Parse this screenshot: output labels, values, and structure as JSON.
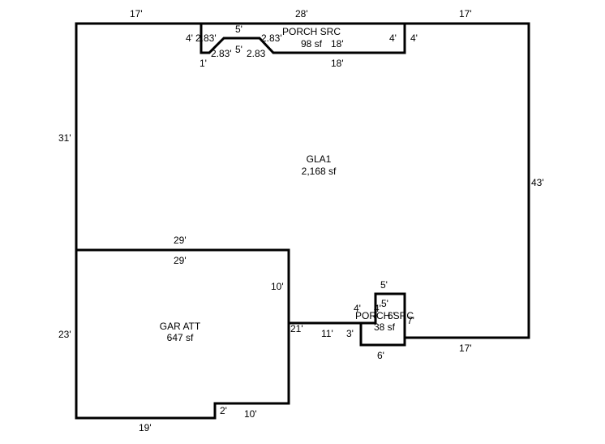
{
  "floorplan": {
    "background": "#ffffff",
    "line_color": "#000000",
    "rooms": [
      {
        "id": "gla1",
        "name": "GLA1",
        "area": "2,168 sf"
      },
      {
        "id": "gar_att",
        "name": "GAR ATT",
        "area": "647 sf"
      },
      {
        "id": "porch_top",
        "name": "PORCH SRC",
        "area": "98 sf"
      },
      {
        "id": "porch_bottom",
        "name": "PORCH SRC",
        "area": "38 sf"
      }
    ],
    "dimensions": {
      "top_left": "17'",
      "top_center": "28'",
      "top_right": "17'",
      "left_gla": "31'",
      "right_gla": "43'",
      "porch_top_left_outer": "4'",
      "porch_top_left_diag_a": "2.83'",
      "porch_top_left_diag_b": "2.83'",
      "porch_top_inner_top": "5'",
      "porch_top_inner_mid": "5'",
      "porch_top_right_diag_a": "2.83'",
      "porch_top_right_diag_b": "2.83",
      "porch_top_inner_18": "18'",
      "porch_top_right_inner": "4'",
      "porch_top_right_outer": "4'",
      "porch_top_bottom_1": "1'",
      "porch_top_bottom_18": "18'",
      "gar_top_outer": "29'",
      "gar_top_inner": "29'",
      "gar_right_upper": "10'",
      "gar_right_lower": "21'",
      "gar_left": "23'",
      "gar_step": "2'",
      "gar_bottom_right": "10'",
      "gar_bottom": "19'",
      "connector_11": "11'",
      "connector_3": "3'",
      "porch_bot_top": "5'",
      "porch_bot_inner_5": "5'",
      "porch_bot_4a": "4'",
      "porch_bot_4b": "4'",
      "porch_bot_6_inner": "6'",
      "porch_bot_7": "7'",
      "porch_bot_bottom": "6'",
      "bottom_right": "17'"
    }
  }
}
